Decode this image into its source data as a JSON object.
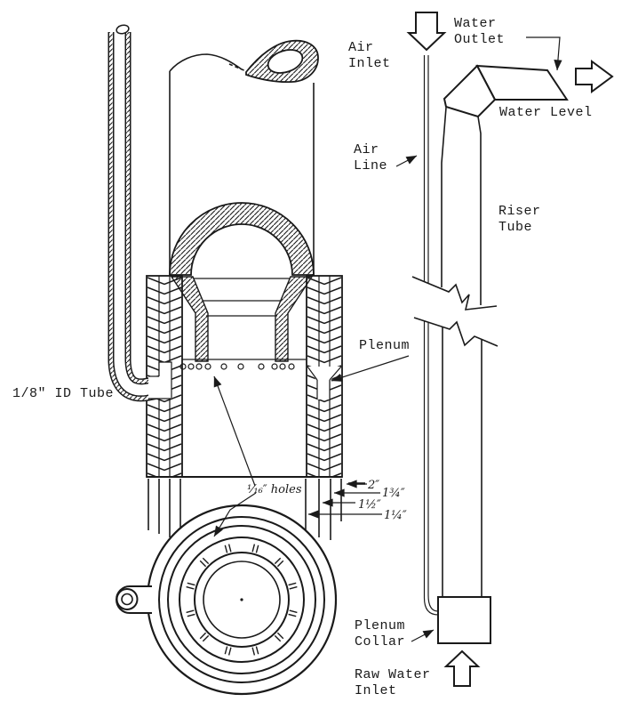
{
  "colors": {
    "ink": "#1a1a1a",
    "paper": "#ffffff"
  },
  "labels": {
    "air_inlet": {
      "line1": "Air",
      "line2": "Inlet"
    },
    "water_outlet": {
      "line1": "Water",
      "line2": "Outlet"
    },
    "water_level": "Water Level",
    "air_line": {
      "line1": "Air",
      "line2": "Line"
    },
    "riser_tube": {
      "line1": "Riser",
      "line2": "Tube"
    },
    "plenum": "Plenum",
    "id_tube": "1/8\" ID Tube",
    "holes_note": "¹⁄₁₆″ holes",
    "plenum_collar": {
      "line1": "Plenum",
      "line2": "Collar"
    },
    "raw_water_inlet": {
      "line1": "Raw Water",
      "line2": "Inlet"
    }
  },
  "dimensions": {
    "d1": "2″",
    "d2": "1¾″",
    "d3": "1½″",
    "d4": "1¼″"
  }
}
